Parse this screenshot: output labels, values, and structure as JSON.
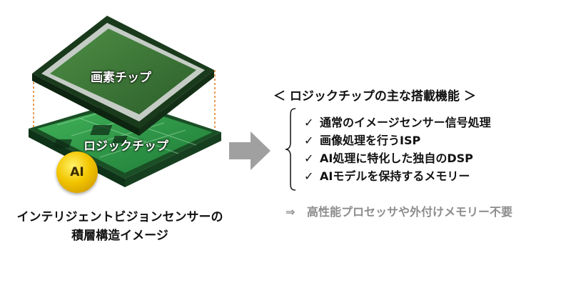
{
  "diagram": {
    "top_chip_label": "画素チップ",
    "bottom_chip_label": "ロジックチップ",
    "ai_badge": "AI",
    "caption_line1": "インテリジェントビジョンセンサーの",
    "caption_line2": "積層構造イメージ"
  },
  "features": {
    "heading": "＜ ロジックチップの主な搭載機能 ＞",
    "check_symbol": "✓",
    "items": [
      "通常のイメージセンサー信号処理",
      "画像処理を行うISP",
      "AI処理に特化した独自のDSP",
      "AIモデルを保持するメモリー"
    ],
    "result_symbol": "⇒",
    "result_text": "高性能プロセッサや外付けメモリー不要"
  },
  "colors": {
    "pixel_chip": "#2f6a2f",
    "logic_chip": "#2fa14a",
    "guide_line": "#e07a1f",
    "arrow": "#a0a0a0",
    "result_text": "#8c8c8c"
  }
}
